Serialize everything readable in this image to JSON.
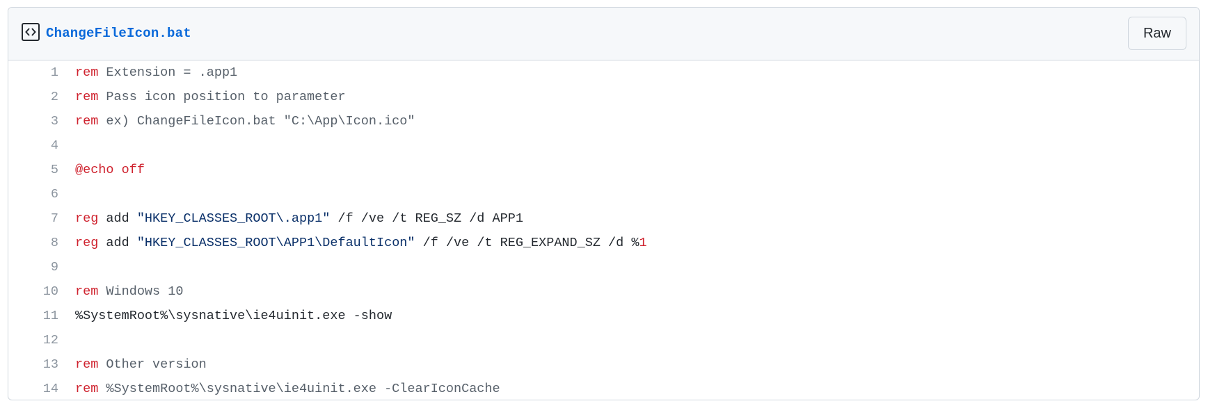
{
  "file": {
    "name": "ChangeFileIcon.bat",
    "icon": "code-square-icon",
    "raw_label": "Raw"
  },
  "colors": {
    "keyword": "#cf222e",
    "comment": "#57606a",
    "string": "#0a3069",
    "text": "#24292f",
    "link": "#0969da",
    "line_number": "#8c959f"
  },
  "lines": [
    {
      "number": "1",
      "tokens": [
        {
          "t": "rem",
          "c": "keyword"
        },
        {
          "t": " Extension = .app1",
          "c": "comment"
        }
      ]
    },
    {
      "number": "2",
      "tokens": [
        {
          "t": "rem",
          "c": "keyword"
        },
        {
          "t": " Pass icon position to parameter",
          "c": "comment"
        }
      ]
    },
    {
      "number": "3",
      "tokens": [
        {
          "t": "rem",
          "c": "keyword"
        },
        {
          "t": " ex) ChangeFileIcon.bat \"C:\\App\\Icon.ico\"",
          "c": "comment"
        }
      ]
    },
    {
      "number": "4",
      "tokens": []
    },
    {
      "number": "5",
      "tokens": [
        {
          "t": "@echo off",
          "c": "keyword"
        }
      ]
    },
    {
      "number": "6",
      "tokens": []
    },
    {
      "number": "7",
      "tokens": [
        {
          "t": "reg",
          "c": "keyword"
        },
        {
          "t": " add ",
          "c": "text"
        },
        {
          "t": "\"HKEY_CLASSES_ROOT\\.app1\"",
          "c": "string"
        },
        {
          "t": " /f /ve /t REG_SZ /d APP1",
          "c": "text"
        }
      ]
    },
    {
      "number": "8",
      "tokens": [
        {
          "t": "reg",
          "c": "keyword"
        },
        {
          "t": " add ",
          "c": "text"
        },
        {
          "t": "\"HKEY_CLASSES_ROOT\\APP1\\DefaultIcon\"",
          "c": "string"
        },
        {
          "t": " /f /ve /t REG_EXPAND_SZ /d %",
          "c": "text"
        },
        {
          "t": "1",
          "c": "number"
        }
      ]
    },
    {
      "number": "9",
      "tokens": []
    },
    {
      "number": "10",
      "tokens": [
        {
          "t": "rem",
          "c": "keyword"
        },
        {
          "t": " Windows 10",
          "c": "comment"
        }
      ]
    },
    {
      "number": "11",
      "tokens": [
        {
          "t": "%SystemRoot%\\sysnative\\ie4uinit.exe -show",
          "c": "text"
        }
      ]
    },
    {
      "number": "12",
      "tokens": []
    },
    {
      "number": "13",
      "tokens": [
        {
          "t": "rem",
          "c": "keyword"
        },
        {
          "t": " Other version",
          "c": "comment"
        }
      ]
    },
    {
      "number": "14",
      "tokens": [
        {
          "t": "rem",
          "c": "keyword"
        },
        {
          "t": " %SystemRoot%\\sysnative\\ie4uinit.exe -ClearIconCache",
          "c": "comment"
        }
      ]
    }
  ]
}
